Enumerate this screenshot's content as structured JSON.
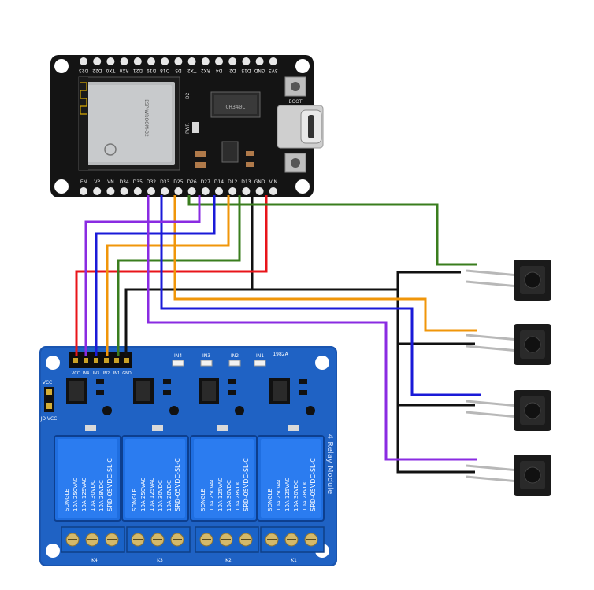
{
  "esp32": {
    "top_pins": [
      "3V3",
      "GND",
      "D15",
      "D2",
      "D4",
      "RX2",
      "TX2",
      "D5",
      "D18",
      "D19",
      "D21",
      "RX0",
      "TX0",
      "D22",
      "D23"
    ],
    "bottom_pins": [
      "EN",
      "VP",
      "VN",
      "D34",
      "D35",
      "D32",
      "D33",
      "D25",
      "D26",
      "D27",
      "D14",
      "D12",
      "D13",
      "GND",
      "VIN"
    ],
    "module_label": "ESP-WROOM-32",
    "boot_label": "BOOT",
    "en_label": "EN",
    "pwr_label": "PWR",
    "led_label": "D2",
    "chip_label": "CH340C"
  },
  "relay_module": {
    "pin_labels": [
      "GND",
      "IN1",
      "IN2",
      "IN3",
      "IN4",
      "VCC"
    ],
    "vcc_label": "VCC",
    "jdvcc_label": "JD-VCC",
    "indicators": [
      "IN4",
      "IN3",
      "IN2",
      "IN1"
    ],
    "board_code": "1982A",
    "side_text": "4 Relay Module",
    "relays": [
      {
        "brand": "SONGLE",
        "rating1": "10A 250VAC",
        "rating2": "10A 125VAC",
        "rating3": "10A 30VDC",
        "rating4": "10A 28VDC",
        "model": "SRD-05VDC-SL-C"
      },
      {
        "brand": "SONGLE",
        "rating1": "10A 250VAC",
        "rating2": "10A 125VAC",
        "rating3": "10A 30VDC",
        "rating4": "10A 28VDC",
        "model": "SRD-05VDC-SL-C"
      },
      {
        "brand": "SONGLE",
        "rating1": "10A 250VAC",
        "rating2": "10A 125VAC",
        "rating3": "10A 30VDC",
        "rating4": "10A 28VDC",
        "model": "SRD-05VDC-SL-C"
      },
      {
        "brand": "SONGLE",
        "rating1": "10A 250VAC",
        "rating2": "10A 125VAC",
        "rating3": "10A 30VDC",
        "rating4": "10A 28VDC",
        "model": "SRD-05VDC-SL-C"
      }
    ],
    "terminal_labels": [
      "K4",
      "K3",
      "K2",
      "K1"
    ]
  },
  "wire_colors": {
    "red": "#e8141a",
    "black": "#111111",
    "purple": "#8a2be2",
    "blue": "#1a1ad8",
    "orange": "#f0960a",
    "green": "#3a7d1e"
  }
}
